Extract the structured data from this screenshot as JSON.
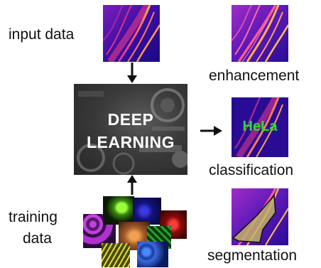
{
  "labels": {
    "input": "input data",
    "training_line1": "training",
    "training_line2": "data",
    "enhancement": "enhancement",
    "classification": "classification",
    "segmentation": "segmentation"
  },
  "center_box": {
    "line1": "DEEP",
    "line2": "LEARNING"
  },
  "classification_overlay": "HeLa",
  "colors": {
    "arrow": "#111111",
    "hela_text": "#22e02a",
    "segmentation_fill": "#c2b06a",
    "heatmap_dark": "#1e0a8c",
    "heatmap_hot": "#ff6a1e"
  }
}
